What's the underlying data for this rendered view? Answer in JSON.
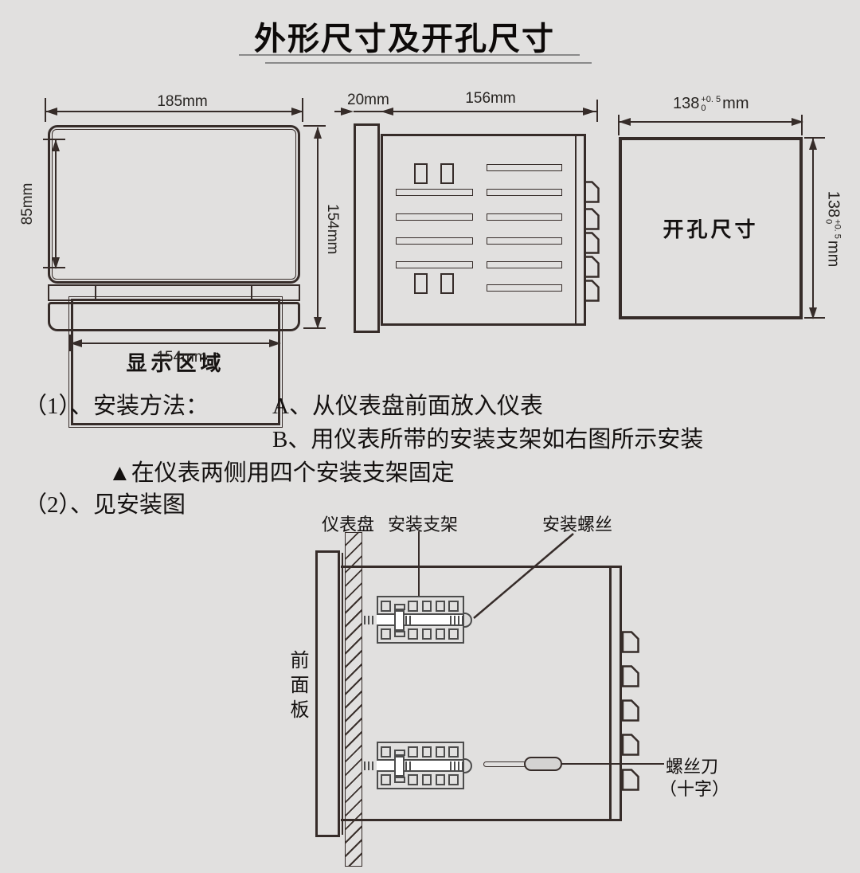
{
  "title": "外形尺寸及开孔尺寸",
  "colors": {
    "background": "#e1e0df",
    "line": "#362c29",
    "bracket_gray": "#4c4c4c",
    "underline_gray": "#8a8a8a",
    "handle_fill": "#d4d3d2"
  },
  "front_view": {
    "screen_label": "显示区域",
    "dim_width": "185mm",
    "dim_screen_height": "85mm",
    "dim_height": "154mm",
    "dim_bottom_width": "154mm"
  },
  "side_view": {
    "dim_front_depth": "20mm",
    "dim_body_depth": "156mm"
  },
  "cutout_view": {
    "label": "开孔尺寸",
    "dim": {
      "value": "138",
      "tol_plus": "+0. 5",
      "tol_zero": "0",
      "unit": "mm"
    }
  },
  "instructions": {
    "item1": "（1）、安装方法：",
    "step_a": "A、从仪表盘前面放入仪表",
    "step_b": "B、用仪表所带的安装支架如右图所示安装",
    "note": "▲在仪表两侧用四个安装支架固定",
    "item2": "（2）、见安装图"
  },
  "install_diagram": {
    "panel_label": "仪表盘",
    "bracket_label": "安装支架",
    "screw_label": "安装螺丝",
    "front_panel_label": "前面板",
    "screwdriver_label": "螺丝刀",
    "screwdriver_type": "（十字）"
  }
}
